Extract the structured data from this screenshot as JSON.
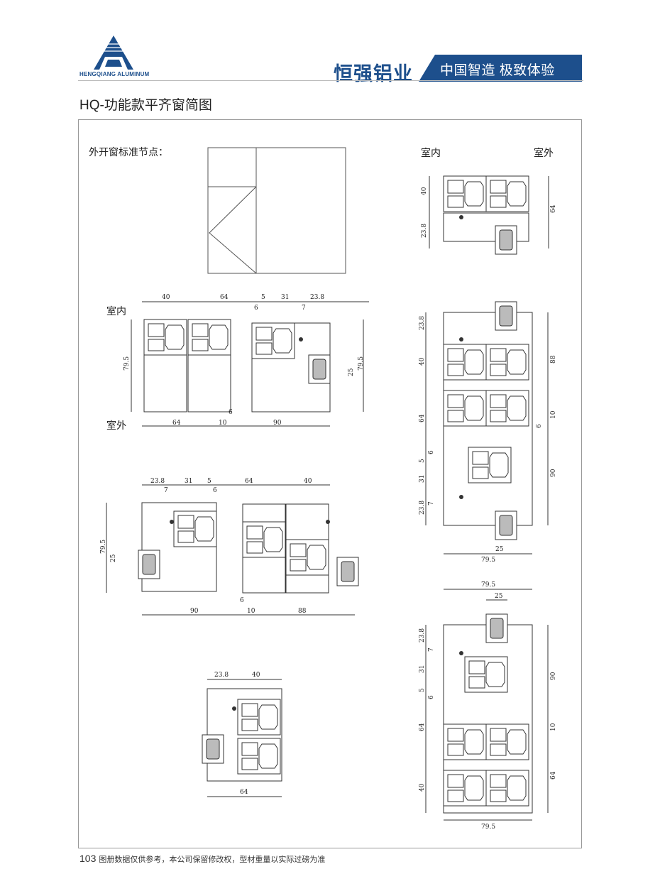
{
  "header": {
    "logo_text": "HENGQIANG ALUMINUM",
    "brand": "恒强铝业",
    "slogan": "中国智造 极致体验",
    "brand_color": "#1d4f8c"
  },
  "page_title": "HQ-功能款平齐窗简图",
  "footer": {
    "page_number": "103",
    "note": "图册数据仅供参考，本公司保留修改权，型材重量以实际过磅为准"
  },
  "drawings": {
    "elevation_label": "外开窗标准节点：",
    "indoor": "室内",
    "outdoor": "室外",
    "top_right": {
      "d1": "40",
      "d2": "23.8",
      "d3": "64"
    },
    "mid_left": {
      "t1": "40",
      "t2": "64",
      "t3": "5",
      "t4": "31",
      "t5": "23.8",
      "t6": "6",
      "t7": "7",
      "l1": "79.5",
      "r1": "79.5",
      "r2": "25",
      "b1": "64",
      "b2": "10",
      "b3": "90",
      "b4": "6"
    },
    "bottom_left": {
      "t1": "23.8",
      "t2": "31",
      "t3": "5",
      "t4": "64",
      "t5": "40",
      "t6": "7",
      "t7": "6",
      "l1": "79.5",
      "l2": "25",
      "b1": "90",
      "b2": "10",
      "b3": "88",
      "b4": "6"
    },
    "small": {
      "t1": "23.8",
      "t2": "40",
      "b1": "64"
    },
    "right_mid": {
      "l1": "23.8",
      "l2": "40",
      "l3": "64",
      "l4": "6",
      "l5": "5",
      "l6": "31",
      "l7": "7",
      "l8": "23.8",
      "r1": "88",
      "r2": "10",
      "r3": "6",
      "r4": "90",
      "b1": "25",
      "b2": "79.5"
    },
    "right_low": {
      "t1": "79.5",
      "t2": "25",
      "l1": "23.8",
      "l2": "7",
      "l3": "31",
      "l4": "5",
      "l5": "6",
      "l6": "64",
      "l7": "40",
      "r1": "90",
      "r2": "10",
      "r3": "64",
      "b1": "79.5"
    }
  }
}
